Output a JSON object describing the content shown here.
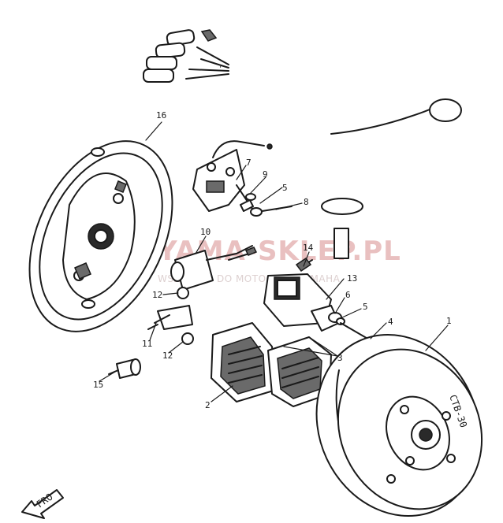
{
  "diagram": {
    "callouts": [
      {
        "id": "c1",
        "label": "1"
      },
      {
        "id": "c2",
        "label": "2"
      },
      {
        "id": "c3",
        "label": "3"
      },
      {
        "id": "c4",
        "label": "4"
      },
      {
        "id": "c5a",
        "label": "5"
      },
      {
        "id": "c5b",
        "label": "5"
      },
      {
        "id": "c6",
        "label": "6"
      },
      {
        "id": "c7",
        "label": "7"
      },
      {
        "id": "c8",
        "label": "8"
      },
      {
        "id": "c9",
        "label": "9"
      },
      {
        "id": "c10",
        "label": "10"
      },
      {
        "id": "c11",
        "label": "11"
      },
      {
        "id": "c12a",
        "label": "12"
      },
      {
        "id": "c12b",
        "label": "12"
      },
      {
        "id": "c13",
        "label": "13"
      },
      {
        "id": "c14",
        "label": "14"
      },
      {
        "id": "c15",
        "label": "15"
      },
      {
        "id": "c16",
        "label": "16"
      }
    ],
    "front_arrow_label": "FRO",
    "flywheel_marking": "CTB-30"
  },
  "watermark": {
    "brand": "YAMA-SKLEP.PL",
    "tagline": "WSZYSTKO DO MOTOCYKLI YAMAHA"
  },
  "colors": {
    "line": "#1a1a1a",
    "watermark": "#e9c0c0"
  }
}
